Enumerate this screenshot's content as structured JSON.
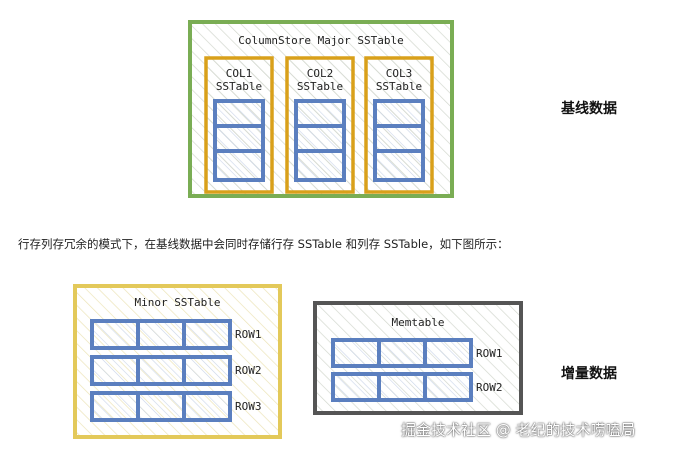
{
  "baseline": {
    "title": "ColumnStore Major SSTable",
    "columns": [
      {
        "line1": "COL1",
        "line2": "SSTable"
      },
      {
        "line1": "COL2",
        "line2": "SSTable"
      },
      {
        "line1": "COL3",
        "line2": "SSTable"
      }
    ],
    "side_label": "基线数据",
    "colors": {
      "frame": "#7aad54",
      "column": "#d9a01a",
      "cell": "#5b7fbf"
    }
  },
  "caption": "行存列存冗余的模式下，在基线数据中会同时存储行存 SSTable 和列存 SSTable，如下图所示：",
  "incremental": {
    "minor": {
      "title": "Minor SSTable",
      "rows": [
        "ROW1",
        "ROW2",
        "ROW3"
      ],
      "color": "#e3c95a"
    },
    "memtable": {
      "title": "Memtable",
      "rows": [
        "ROW1",
        "ROW2"
      ],
      "color": "#555555"
    },
    "side_label": "增量数据"
  },
  "watermark": "掘金技术社区 @ 老纪的技术唠嗑局"
}
